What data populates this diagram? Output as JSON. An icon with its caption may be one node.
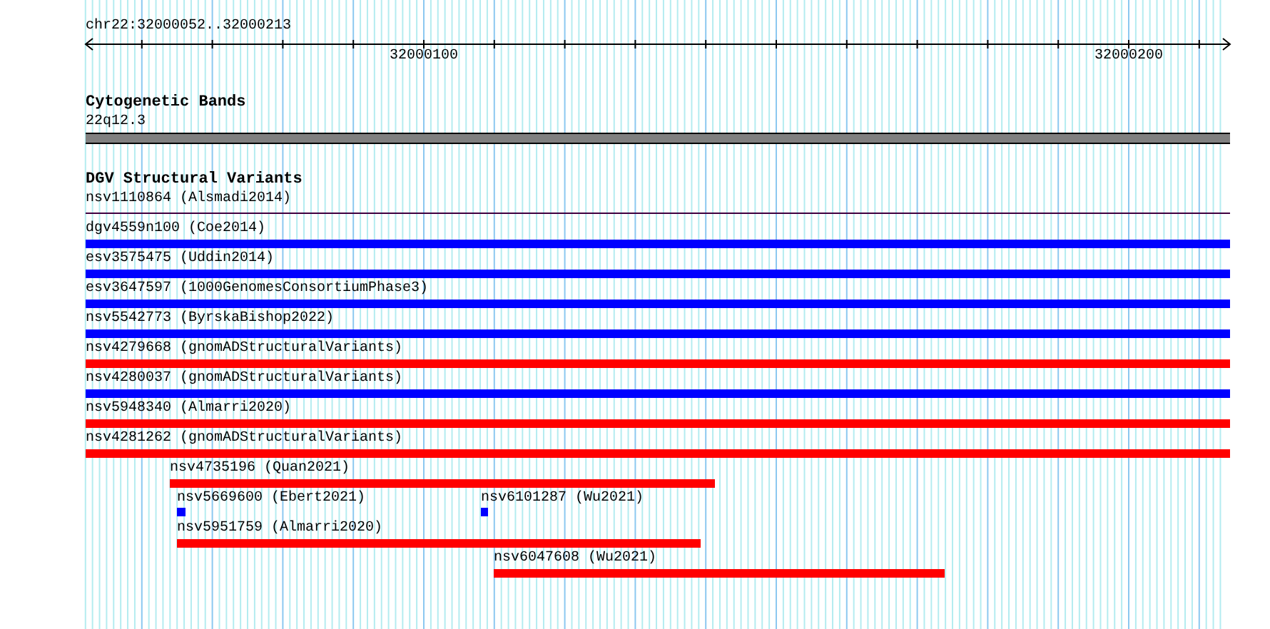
{
  "diagram": {
    "nodes": [
      {
        "text": [
          "22q12.3"
        ]
      },
      {
        "text": [
          "nsv1110864 (Alsmadi2014)"
        ]
      },
      {
        "text": [
          "dgv4559n100 (Coe2014)"
        ]
      },
      {
        "text": [
          "esv3575475 (Uddin2014)"
        ]
      },
      {
        "text": [
          "esv3647597 (1000GenomesConsortiumPhase3)"
        ]
      },
      {
        "text": [
          "nsv5542773 (ByrskaBishop2022)"
        ]
      },
      {
        "text": [
          "nsv4279668 (gnomADStructuralVariants)"
        ]
      },
      {
        "text": [
          "nsv4280037 (gnomADStructuralVariants)"
        ]
      },
      {
        "text": [
          "nsv5948340 (Almarri2020)"
        ]
      },
      {
        "text": [
          "nsv4281262 (gnomADStructuralVariants)"
        ]
      },
      {
        "text": [
          "nsv4735196 (Quan2021)"
        ]
      },
      {
        "text": [
          "nsv5669600 (Ebert2021)"
        ]
      },
      {
        "text": [
          "nsv6101287 (Wu2021)"
        ]
      },
      {
        "text": [
          "nsv5951759 (Almarri2020)"
        ]
      },
      {
        "text": [
          "nsv6047608 (Wu2021)"
        ]
      }
    ],
    "labels": [
      "chr22:32000052..32000213",
      "32000100",
      "32000200",
      "Cytogenetic Bands",
      "DGV Structural Variants"
    ]
  }
}
